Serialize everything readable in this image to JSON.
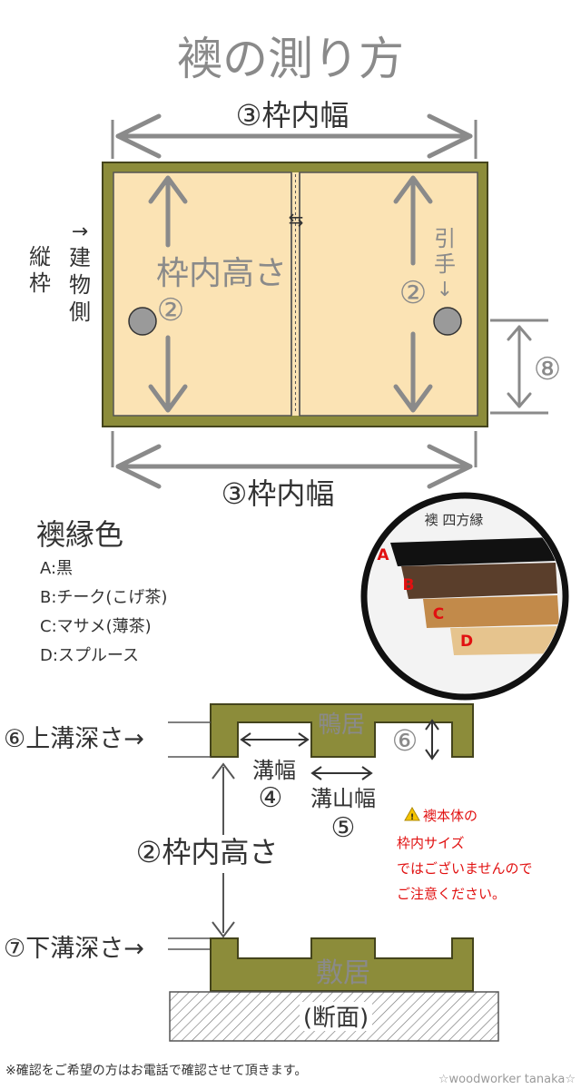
{
  "title": "襖の測り方",
  "top_width_label": "③枠内幅",
  "bottom_width_label": "③枠内幅",
  "height_label_line1": "枠内高さ",
  "height_label_num_left": "②",
  "height_label_num_right": "②",
  "handle_label_line1": "引",
  "handle_label_line2": "手",
  "handle_label_arrow": "↓",
  "slide_arrow": "⇆",
  "side_frame_label": [
    "縦",
    "枠"
  ],
  "building_side_label": [
    "→",
    "建",
    "物",
    "側"
  ],
  "frame_thickness_label": "⑧",
  "edge_colors": {
    "heading": "襖縁色",
    "items": [
      "A:黒",
      "B:チーク(こげ茶)",
      "C:マサメ(薄茶)",
      "D:スプルース"
    ]
  },
  "photo": {
    "caption": "襖 四方縁",
    "letters": [
      "A",
      "B",
      "C",
      "D"
    ]
  },
  "section": {
    "upper_groove_depth": "⑥上溝深さ→",
    "upper_rail": "鴨居",
    "upper_rail_num": "⑥",
    "groove_width": "溝幅",
    "groove_width_num": "④",
    "ridge_width": "溝山幅",
    "ridge_width_num": "⑤",
    "inner_height": "②枠内高さ",
    "lower_groove_depth": "⑦下溝深さ→",
    "lower_rail": "敷居",
    "cross_section": "(断面)"
  },
  "warning": {
    "icon": "warning-icon",
    "lines": [
      "襖本体の",
      "枠内サイズ",
      "ではございませんので",
      "ご注意ください。"
    ]
  },
  "footer_note": "※確認をご希望の方はお電話で確認させて頂きます。",
  "credit": "☆woodworker tanaka☆",
  "colors": {
    "frame": "#8c8c3a",
    "panel": "#fbe3b4",
    "arrow": "#8a8a8a",
    "handle": "#9a9a9a",
    "warning_text": "#e11010",
    "edge_A": "#111111",
    "edge_B": "#5a3e2b",
    "edge_C": "#c28a4a",
    "edge_D": "#e6c48e"
  }
}
